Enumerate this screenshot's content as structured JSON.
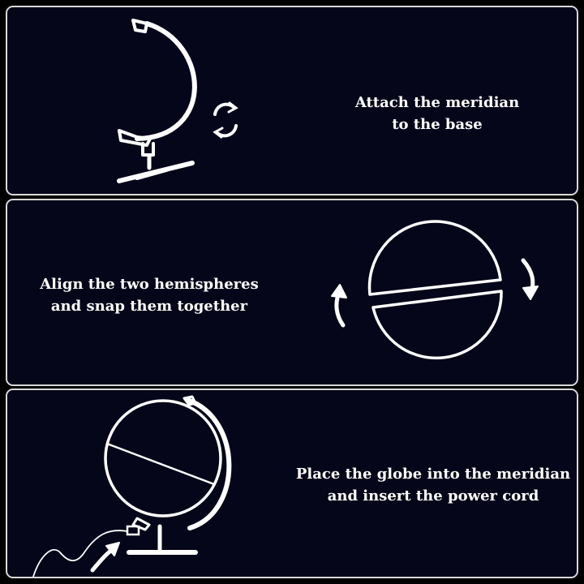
{
  "steps": [
    {
      "line1": "Attach the meridian",
      "line2": "to the base"
    },
    {
      "line1": "Align the two hemispheres",
      "line2": "and snap them together"
    },
    {
      "line1": "Place the globe into the meridian",
      "line2": "and insert the power cord"
    }
  ],
  "colors": {
    "panel_bg": "#06061a",
    "border": "#d8d8d8",
    "line": "#ffffff"
  },
  "icons": [
    "meridian-arc-icon",
    "globe-base-icon",
    "rotate-icon",
    "hemispheres-icon",
    "curved-arrow-up-icon",
    "curved-arrow-down-icon",
    "assembled-globe-icon",
    "power-cord-icon",
    "insert-arrow-icon"
  ]
}
